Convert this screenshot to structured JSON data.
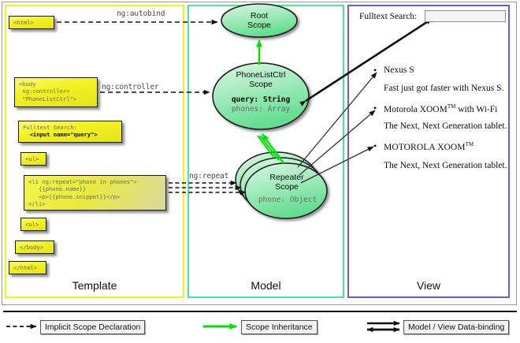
{
  "diagram": {
    "title": "AngularJS Template / Model / View scope diagram",
    "columns": [
      {
        "key": "template",
        "label": "Template",
        "border_color": "#f2f21f"
      },
      {
        "key": "model",
        "label": "Model",
        "border_color": "#45e89c"
      },
      {
        "key": "view",
        "label": "View",
        "border_color": "#6e57d8"
      }
    ]
  },
  "template": {
    "boxes": [
      {
        "name": "html-open",
        "text": "<html>"
      },
      {
        "name": "body-open",
        "text": "<body\n ng:controller=\n \"PhoneListCtrl\">"
      },
      {
        "name": "search",
        "label": "Fulltext Search:",
        "code": "<input name=\"query\">"
      },
      {
        "name": "ul-open",
        "text": "<ul>"
      },
      {
        "name": "li-repeat",
        "text": "<li ng:repeat=\"phone in phones\">\n   {{phone.name}}\n   <p>{{phone.snippet}}</p>\n</li>"
      },
      {
        "name": "ul-close",
        "text": "<ul>"
      },
      {
        "name": "body-close",
        "text": "</body>"
      },
      {
        "name": "html-close",
        "text": "</html>"
      }
    ]
  },
  "model": {
    "scopes": [
      {
        "name": "root-scope",
        "title": "Root\nScope",
        "props": ""
      },
      {
        "name": "phonelistctrl-scope",
        "title": "PhoneListCtrl\nScope",
        "prop_bold": "query: String",
        "prop_dim": "phones: Array"
      },
      {
        "name": "repeater-scope",
        "title": "Repeater\nScope",
        "prop_dim": "phone: Object",
        "stack_count": 3
      }
    ]
  },
  "connectors": {
    "autobind": "ng:autobind",
    "controller": "ng:controller",
    "repeat": "ng:repeat"
  },
  "view": {
    "search_label": "Fulltext Search:",
    "search_value": "",
    "search_placeholder": "",
    "phones": [
      {
        "name": "Nexus S",
        "trademark": false,
        "snippet": "Fast just got faster with Nexus S."
      },
      {
        "name": "Motorola XOOM",
        "trademark": true,
        "suffix": " with Wi-Fi",
        "snippet": "The Next, Next Generation tablet."
      },
      {
        "name": "MOTOROLA XOOM",
        "trademark": true,
        "suffix": "",
        "snippet": "The Next, Next Generation tablet."
      }
    ]
  },
  "legend": {
    "items": [
      {
        "name": "implicit-scope-declaration",
        "label": "Implicit Scope Declaration",
        "style": "dashed-arrow",
        "color": "#111111"
      },
      {
        "name": "scope-inheritance",
        "label": "Scope Inheritance",
        "style": "solid-arrow",
        "color": "#00e000"
      },
      {
        "name": "model-view-data-binding",
        "label": "Model / View Data-binding",
        "style": "double-arrow",
        "color": "#111111"
      }
    ]
  }
}
